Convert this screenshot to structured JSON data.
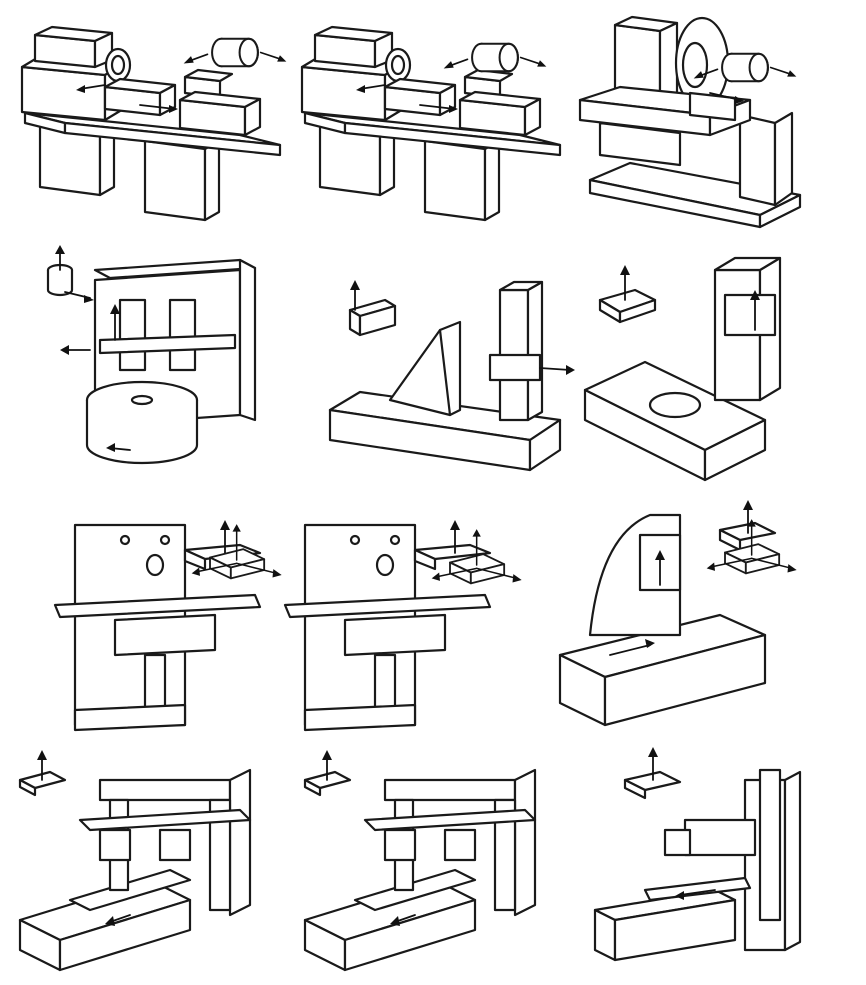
{
  "figure": {
    "machines": [
      {
        "id": "m1",
        "kind": "lathe",
        "icon": "lathe-icon",
        "motion_icon": "cylinder-rotation-icon"
      },
      {
        "id": "m2",
        "kind": "turret-lathe",
        "icon": "turret-lathe-icon",
        "motion_icon": "cylinder-rotation-icon"
      },
      {
        "id": "m3",
        "kind": "cylindrical-grinder",
        "icon": "grinder-icon",
        "motion_icon": "cylinder-rotation-icon"
      },
      {
        "id": "m4",
        "kind": "vertical-boring-mill",
        "icon": "vertical-boring-mill-icon",
        "motion_icon": "cylinder-axis-icon"
      },
      {
        "id": "m5",
        "kind": "horizontal-boring-machine",
        "icon": "boring-machine-icon",
        "motion_icon": "prism-axes-icon"
      },
      {
        "id": "m6",
        "kind": "column-milling-machine",
        "icon": "column-mill-icon",
        "motion_icon": "prism-axes-icon"
      },
      {
        "id": "m7",
        "kind": "knee-milling-machine",
        "icon": "knee-mill-icon",
        "motion_icon": "prism-axes-icon"
      },
      {
        "id": "m8",
        "kind": "vertical-knee-mill",
        "icon": "vertical-mill-icon",
        "motion_icon": "prism-axes-icon"
      },
      {
        "id": "m9",
        "kind": "c-frame-planer-mill",
        "icon": "c-frame-mill-icon",
        "motion_icon": "prism-axes-icon"
      },
      {
        "id": "m10",
        "kind": "gantry-planer",
        "icon": "planer-icon",
        "motion_icon": "prism-axes-icon"
      },
      {
        "id": "m11",
        "kind": "gantry-milling-machine",
        "icon": "gantry-mill-icon",
        "motion_icon": "prism-axes-icon"
      },
      {
        "id": "m12",
        "kind": "floor-type-boring-mill",
        "icon": "floor-borer-icon",
        "motion_icon": "prism-axes-icon"
      }
    ],
    "colors": {
      "ink": "#1a1a1a",
      "paper": "#ffffff",
      "shade": "#e9e9e9"
    }
  }
}
